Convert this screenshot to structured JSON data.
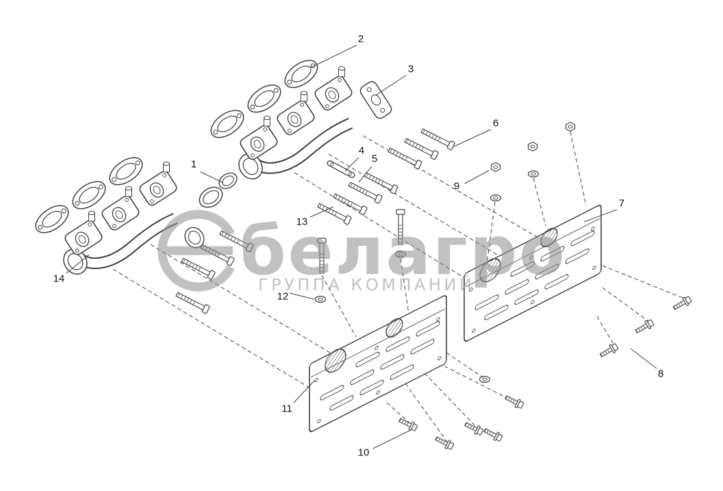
{
  "figure": {
    "type": "exploded-parts-diagram",
    "subject": "exhaust manifold with gaskets, heat shields and fasteners"
  },
  "watermark": {
    "brand": "белагро",
    "subtitle": "ГРУППА КОМПАНИЙ"
  },
  "colors": {
    "background": "#ffffff",
    "line": "#3f3f3f",
    "watermark": "#b9b9b9"
  },
  "callouts": [
    {
      "text": "1"
    },
    {
      "text": "2"
    },
    {
      "text": "3"
    },
    {
      "text": "4"
    },
    {
      "text": "5"
    },
    {
      "text": "6"
    },
    {
      "text": "7"
    },
    {
      "text": "8"
    },
    {
      "text": "9"
    },
    {
      "text": "10"
    },
    {
      "text": "11"
    },
    {
      "text": "12"
    },
    {
      "text": "13"
    },
    {
      "text": "14"
    }
  ]
}
